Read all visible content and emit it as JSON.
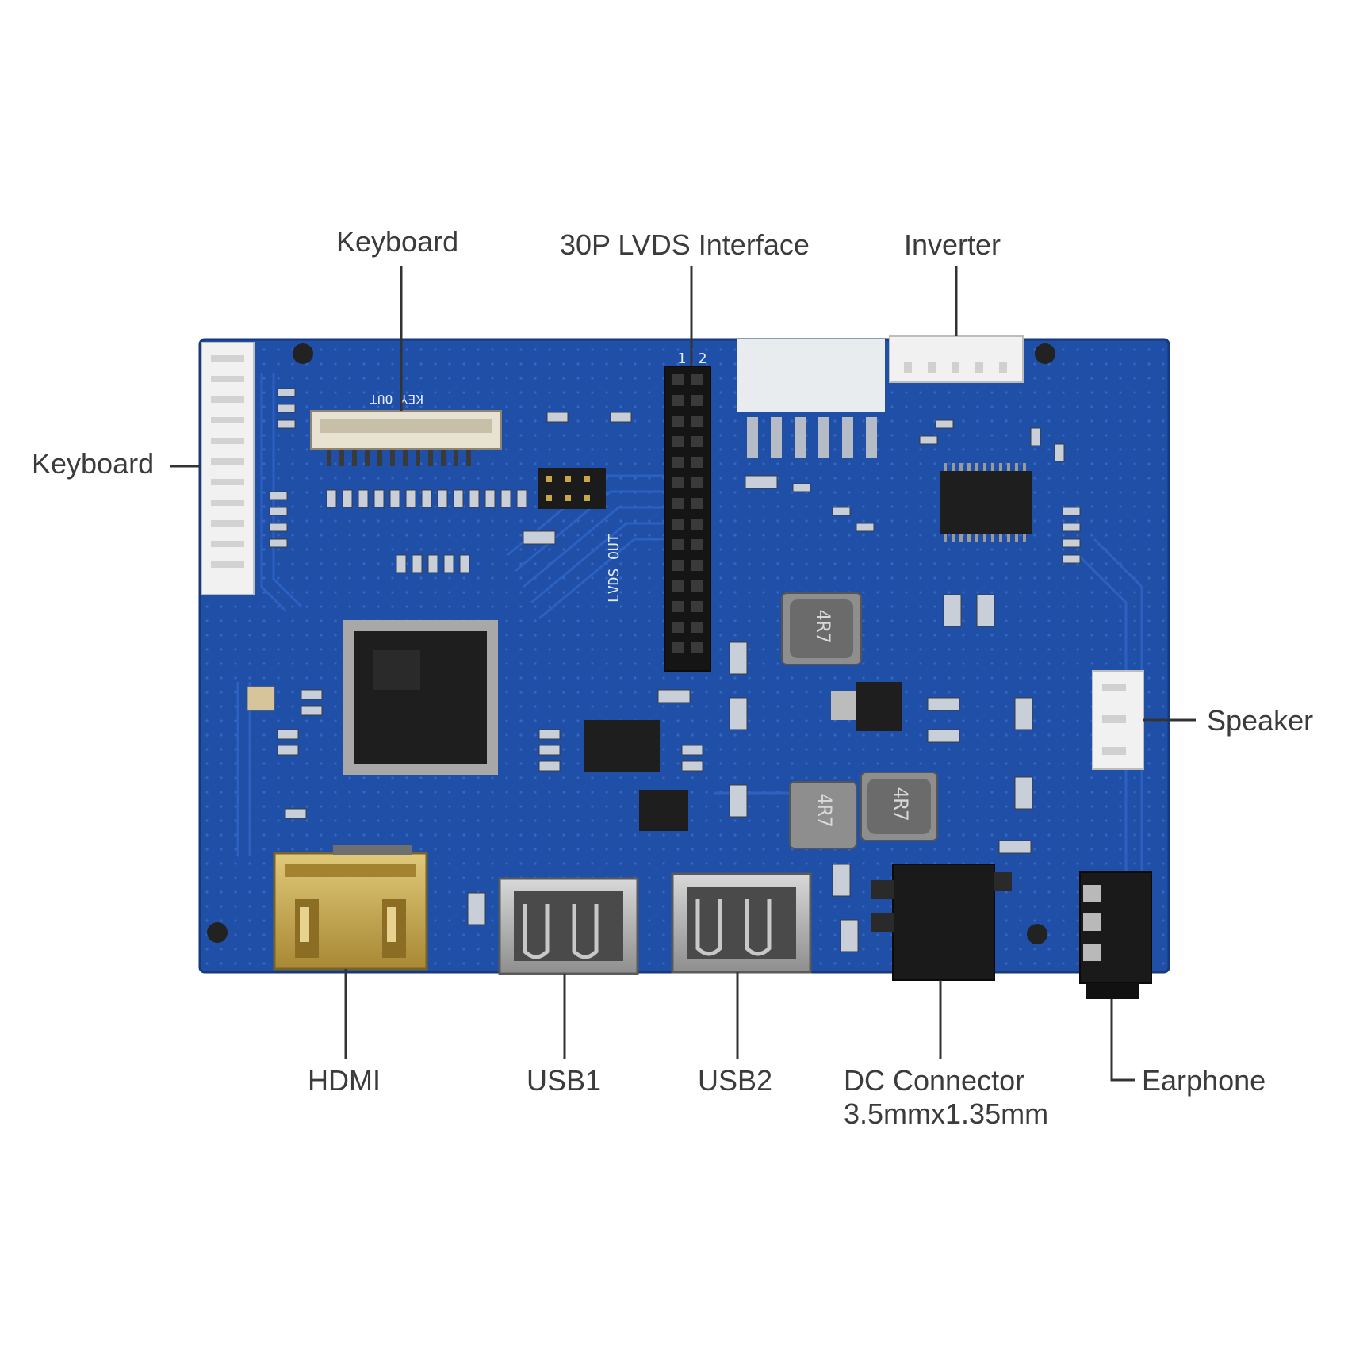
{
  "labels": {
    "keyboard_top": "Keyboard",
    "lvds": "30P LVDS Interface",
    "inverter": "Inverter",
    "keyboard_left": "Keyboard",
    "speaker": "Speaker",
    "hdmi": "HDMI",
    "usb1": "USB1",
    "usb2": "USB2",
    "dc_connector_line1": "DC Connector",
    "dc_connector_line2": "3.5mmx1.35mm",
    "earphone": "Earphone"
  },
  "silkscreen": {
    "key_out": "KEY OUT",
    "lvds_out": "LVDS OUT",
    "pin1": "1",
    "pin2": "2",
    "inductor_marking": "4R7"
  },
  "colors": {
    "pcb": "#1f4fa6",
    "pcb_dark": "#173e88",
    "trace": "#2a5fbe",
    "connector_white": "#f2f2f2",
    "chip_black": "#1b1b1b",
    "metal": "#b9b9b9",
    "gold": "#c9a64a",
    "label_line": "#333333"
  }
}
